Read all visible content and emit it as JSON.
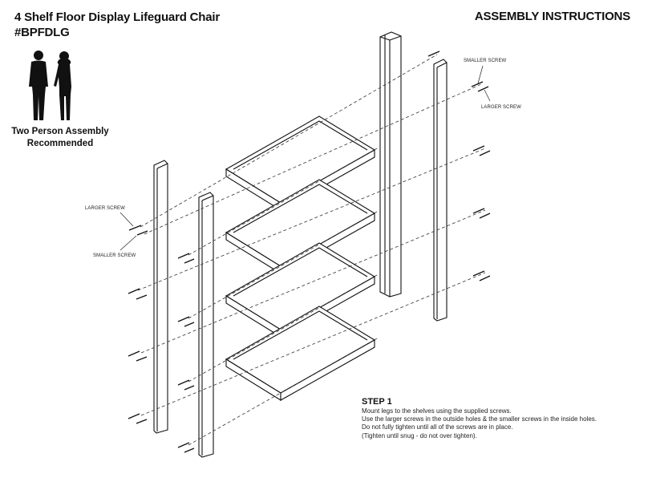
{
  "document": {
    "title_line1": "4 Shelf Floor Display Lifeguard Chair",
    "title_line2": "#BPFDLG",
    "header": "ASSEMBLY INSTRUCTIONS",
    "assembly_note_line1": "Two Person Assembly",
    "assembly_note_line2": "Recommended"
  },
  "callouts": {
    "right_smaller": "SMALLER SCREW",
    "right_larger": "LARGER SCREW",
    "left_larger": "LARGER SCREW",
    "left_smaller": "SMALLER SCREW"
  },
  "step": {
    "heading": "STEP 1",
    "lines": [
      "Mount legs to the shelves using the supplied screws.",
      "Use the larger screws in the outside holes & the smaller screws in the inside holes.",
      "Do not fully tighten until all of the screws are in place.",
      "(Tighten until snug - do not over tighten)."
    ]
  },
  "icons": [
    "two-person-silhouette-icon",
    "screw-icon",
    "shelf-leg-icon"
  ]
}
